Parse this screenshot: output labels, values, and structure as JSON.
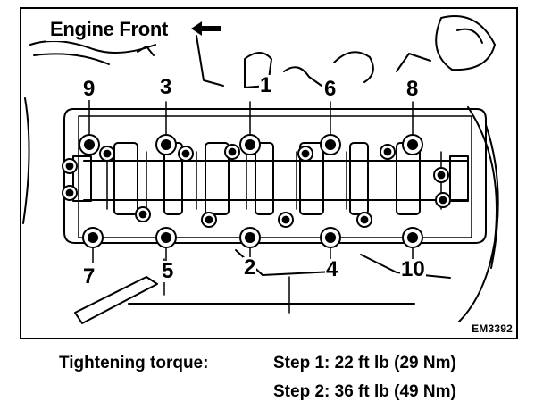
{
  "diagram": {
    "title": "Engine Front",
    "code": "EM3392",
    "arrow_icon": "arrow-left-icon",
    "bolts": [
      {
        "label": "1"
      },
      {
        "label": "2"
      },
      {
        "label": "3"
      },
      {
        "label": "4"
      },
      {
        "label": "5"
      },
      {
        "label": "6"
      },
      {
        "label": "7"
      },
      {
        "label": "8"
      },
      {
        "label": "9"
      },
      {
        "label": "10"
      }
    ]
  },
  "torque": {
    "label": "Tightening torque:",
    "steps": [
      "Step 1: 22 ft lb (29 Nm)",
      "Step 2: 36 ft lb (49 Nm)"
    ]
  }
}
